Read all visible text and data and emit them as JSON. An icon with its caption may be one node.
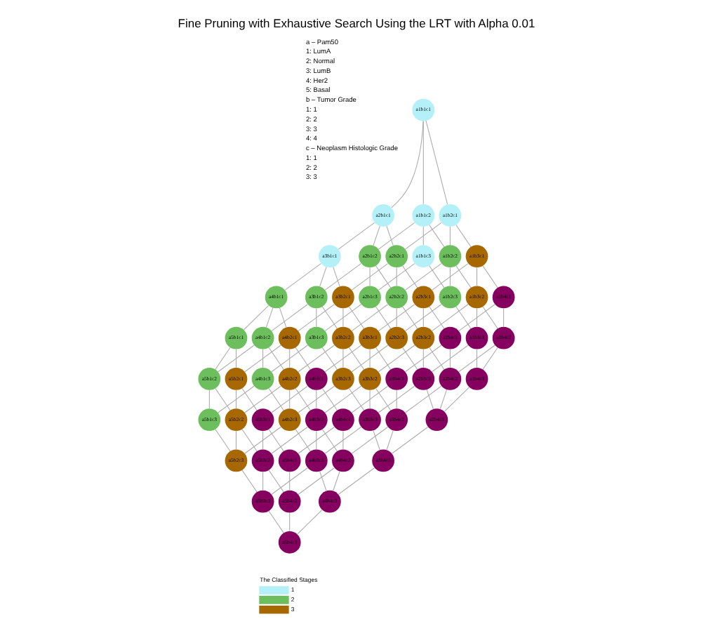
{
  "diagram": {
    "title": "Fine Pruning with Exhaustive Search Using the LRT with Alpha 0.01",
    "nodes": [
      {
        "text": [
          "a1b1c1"
        ]
      },
      {
        "text": [
          "a2b1c1"
        ]
      },
      {
        "text": [
          "a1b2c1"
        ]
      },
      {
        "text": [
          "a1b1c2"
        ]
      },
      {
        "text": [
          "a3b1c1"
        ]
      },
      {
        "text": [
          "a2b2c1"
        ]
      },
      {
        "text": [
          "a2b1c2"
        ]
      },
      {
        "text": [
          "a1b3c1"
        ]
      },
      {
        "text": [
          "a1b2c2"
        ]
      },
      {
        "text": [
          "a1b1c3"
        ]
      },
      {
        "text": [
          "a4b1c1"
        ]
      },
      {
        "text": [
          "a3b2c1"
        ]
      },
      {
        "text": [
          "a3b1c2"
        ]
      },
      {
        "text": [
          "a2b3c1"
        ]
      },
      {
        "text": [
          "a2b2c2"
        ]
      },
      {
        "text": [
          "a2b1c3"
        ]
      },
      {
        "text": [
          "a1b4c1"
        ]
      },
      {
        "text": [
          "a1b3c2"
        ]
      },
      {
        "text": [
          "a1b2c3"
        ]
      },
      {
        "text": [
          "a5b1c1"
        ]
      },
      {
        "text": [
          "a4b2c1"
        ]
      },
      {
        "text": [
          "a4b1c2"
        ]
      },
      {
        "text": [
          "a3b3c1"
        ]
      },
      {
        "text": [
          "a3b2c2"
        ]
      },
      {
        "text": [
          "a3b1c3"
        ]
      },
      {
        "text": [
          "a2b4c1"
        ]
      },
      {
        "text": [
          "a2b3c2"
        ]
      },
      {
        "text": [
          "a2b2c3"
        ]
      },
      {
        "text": [
          "a1b4c2"
        ]
      },
      {
        "text": [
          "a1b3c3"
        ]
      },
      {
        "text": [
          "a5b2c1"
        ]
      },
      {
        "text": [
          "a5b1c2"
        ]
      },
      {
        "text": [
          "a4b3c1"
        ]
      },
      {
        "text": [
          "a4b2c2"
        ]
      },
      {
        "text": [
          "a4b1c3"
        ]
      },
      {
        "text": [
          "a3b4c1"
        ]
      },
      {
        "text": [
          "a3b3c2"
        ]
      },
      {
        "text": [
          "a3b2c3"
        ]
      },
      {
        "text": [
          "a2b4c2"
        ]
      },
      {
        "text": [
          "a2b3c3"
        ]
      },
      {
        "text": [
          "a1b4c3"
        ]
      },
      {
        "text": [
          "a5b3c1"
        ]
      },
      {
        "text": [
          "a5b2c2"
        ]
      },
      {
        "text": [
          "a5b1c3"
        ]
      },
      {
        "text": [
          "a4b4c1"
        ]
      },
      {
        "text": [
          "a4b3c2"
        ]
      },
      {
        "text": [
          "a4b2c3"
        ]
      },
      {
        "text": [
          "a3b4c2"
        ]
      },
      {
        "text": [
          "a3b3c3"
        ]
      },
      {
        "text": [
          "a2b4c3"
        ]
      },
      {
        "text": [
          "a5b4c1"
        ]
      },
      {
        "text": [
          "a5b3c2"
        ]
      },
      {
        "text": [
          "a5b2c3"
        ]
      },
      {
        "text": [
          "a4b4c2"
        ]
      },
      {
        "text": [
          "a4b3c3"
        ]
      },
      {
        "text": [
          "a3b4c3"
        ]
      },
      {
        "text": [
          "a5b4c2"
        ]
      },
      {
        "text": [
          "a5b3c3"
        ]
      },
      {
        "text": [
          "a4b4c3"
        ]
      },
      {
        "text": [
          "a5b4c3"
        ]
      }
    ],
    "edges": [
      {
        "from": 0,
        "to": 1,
        "arrow": "none"
      },
      {
        "from": 0,
        "to": 2,
        "arrow": "none"
      },
      {
        "from": 0,
        "to": 3,
        "arrow": "none"
      },
      {
        "from": 1,
        "to": 4,
        "arrow": "none"
      },
      {
        "from": 1,
        "to": 5,
        "arrow": "none"
      },
      {
        "from": 1,
        "to": 6,
        "arrow": "none"
      },
      {
        "from": 2,
        "to": 5,
        "arrow": "none"
      },
      {
        "from": 2,
        "to": 7,
        "arrow": "none"
      },
      {
        "from": 2,
        "to": 8,
        "arrow": "none"
      },
      {
        "from": 3,
        "to": 6,
        "arrow": "none"
      },
      {
        "from": 3,
        "to": 8,
        "arrow": "none"
      },
      {
        "from": 3,
        "to": 9,
        "arrow": "none"
      },
      {
        "from": 4,
        "to": 10,
        "arrow": "none"
      },
      {
        "from": 4,
        "to": 11,
        "arrow": "none"
      },
      {
        "from": 4,
        "to": 12,
        "arrow": "none"
      },
      {
        "from": 5,
        "to": 11,
        "arrow": "none"
      },
      {
        "from": 5,
        "to": 13,
        "arrow": "none"
      },
      {
        "from": 5,
        "to": 14,
        "arrow": "none"
      },
      {
        "from": 6,
        "to": 12,
        "arrow": "none"
      },
      {
        "from": 6,
        "to": 14,
        "arrow": "none"
      },
      {
        "from": 6,
        "to": 15,
        "arrow": "none"
      },
      {
        "from": 7,
        "to": 13,
        "arrow": "none"
      },
      {
        "from": 7,
        "to": 16,
        "arrow": "none"
      },
      {
        "from": 7,
        "to": 17,
        "arrow": "none"
      },
      {
        "from": 8,
        "to": 14,
        "arrow": "none"
      },
      {
        "from": 8,
        "to": 17,
        "arrow": "none"
      },
      {
        "from": 8,
        "to": 18,
        "arrow": "none"
      },
      {
        "from": 9,
        "to": 15,
        "arrow": "none"
      },
      {
        "from": 9,
        "to": 18,
        "arrow": "none"
      },
      {
        "from": 10,
        "to": 19,
        "arrow": "none"
      },
      {
        "from": 10,
        "to": 20,
        "arrow": "none"
      },
      {
        "from": 10,
        "to": 21,
        "arrow": "none"
      },
      {
        "from": 11,
        "to": 20,
        "arrow": "none"
      },
      {
        "from": 11,
        "to": 22,
        "arrow": "none"
      },
      {
        "from": 11,
        "to": 23,
        "arrow": "none"
      },
      {
        "from": 12,
        "to": 21,
        "arrow": "none"
      },
      {
        "from": 12,
        "to": 23,
        "arrow": "none"
      },
      {
        "from": 12,
        "to": 24,
        "arrow": "none"
      },
      {
        "from": 13,
        "to": 22,
        "arrow": "none"
      },
      {
        "from": 13,
        "to": 25,
        "arrow": "none"
      },
      {
        "from": 13,
        "to": 26,
        "arrow": "none"
      },
      {
        "from": 14,
        "to": 23,
        "arrow": "none"
      },
      {
        "from": 14,
        "to": 26,
        "arrow": "none"
      },
      {
        "from": 14,
        "to": 27,
        "arrow": "none"
      },
      {
        "from": 15,
        "to": 24,
        "arrow": "none"
      },
      {
        "from": 15,
        "to": 27,
        "arrow": "none"
      },
      {
        "from": 16,
        "to": 25,
        "arrow": "none"
      },
      {
        "from": 16,
        "to": 28,
        "arrow": "none"
      },
      {
        "from": 17,
        "to": 26,
        "arrow": "none"
      },
      {
        "from": 17,
        "to": 28,
        "arrow": "none"
      },
      {
        "from": 17,
        "to": 29,
        "arrow": "none"
      },
      {
        "from": 18,
        "to": 27,
        "arrow": "none"
      },
      {
        "from": 18,
        "to": 29,
        "arrow": "none"
      },
      {
        "from": 19,
        "to": 30,
        "arrow": "none"
      },
      {
        "from": 19,
        "to": 31,
        "arrow": "none"
      },
      {
        "from": 20,
        "to": 30,
        "arrow": "none"
      },
      {
        "from": 20,
        "to": 32,
        "arrow": "none"
      },
      {
        "from": 20,
        "to": 33,
        "arrow": "none"
      },
      {
        "from": 21,
        "to": 31,
        "arrow": "none"
      },
      {
        "from": 21,
        "to": 33,
        "arrow": "none"
      },
      {
        "from": 21,
        "to": 34,
        "arrow": "none"
      },
      {
        "from": 22,
        "to": 32,
        "arrow": "none"
      },
      {
        "from": 22,
        "to": 35,
        "arrow": "none"
      },
      {
        "from": 22,
        "to": 36,
        "arrow": "none"
      },
      {
        "from": 23,
        "to": 33,
        "arrow": "none"
      },
      {
        "from": 23,
        "to": 36,
        "arrow": "none"
      },
      {
        "from": 23,
        "to": 37,
        "arrow": "none"
      },
      {
        "from": 24,
        "to": 34,
        "arrow": "none"
      },
      {
        "from": 24,
        "to": 37,
        "arrow": "none"
      },
      {
        "from": 25,
        "to": 35,
        "arrow": "none"
      },
      {
        "from": 25,
        "to": 38,
        "arrow": "none"
      },
      {
        "from": 26,
        "to": 36,
        "arrow": "none"
      },
      {
        "from": 26,
        "to": 38,
        "arrow": "none"
      },
      {
        "from": 26,
        "to": 39,
        "arrow": "none"
      },
      {
        "from": 27,
        "to": 37,
        "arrow": "none"
      },
      {
        "from": 27,
        "to": 39,
        "arrow": "none"
      },
      {
        "from": 28,
        "to": 38,
        "arrow": "none"
      },
      {
        "from": 28,
        "to": 40,
        "arrow": "none"
      },
      {
        "from": 29,
        "to": 39,
        "arrow": "none"
      },
      {
        "from": 29,
        "to": 40,
        "arrow": "none"
      },
      {
        "from": 30,
        "to": 41,
        "arrow": "none"
      },
      {
        "from": 30,
        "to": 42,
        "arrow": "none"
      },
      {
        "from": 31,
        "to": 42,
        "arrow": "none"
      },
      {
        "from": 31,
        "to": 43,
        "arrow": "none"
      },
      {
        "from": 32,
        "to": 41,
        "arrow": "none"
      },
      {
        "from": 32,
        "to": 44,
        "arrow": "none"
      },
      {
        "from": 32,
        "to": 45,
        "arrow": "none"
      },
      {
        "from": 33,
        "to": 42,
        "arrow": "none"
      },
      {
        "from": 33,
        "to": 45,
        "arrow": "none"
      },
      {
        "from": 33,
        "to": 46,
        "arrow": "none"
      },
      {
        "from": 34,
        "to": 43,
        "arrow": "none"
      },
      {
        "from": 34,
        "to": 46,
        "arrow": "none"
      },
      {
        "from": 35,
        "to": 44,
        "arrow": "none"
      },
      {
        "from": 35,
        "to": 47,
        "arrow": "none"
      },
      {
        "from": 36,
        "to": 45,
        "arrow": "none"
      },
      {
        "from": 36,
        "to": 47,
        "arrow": "none"
      },
      {
        "from": 36,
        "to": 48,
        "arrow": "none"
      },
      {
        "from": 37,
        "to": 46,
        "arrow": "none"
      },
      {
        "from": 37,
        "to": 48,
        "arrow": "none"
      },
      {
        "from": 38,
        "to": 47,
        "arrow": "none"
      },
      {
        "from": 38,
        "to": 49,
        "arrow": "none"
      },
      {
        "from": 39,
        "to": 48,
        "arrow": "none"
      },
      {
        "from": 39,
        "to": 49,
        "arrow": "none"
      },
      {
        "from": 40,
        "to": 49,
        "arrow": "none"
      },
      {
        "from": 41,
        "to": 50,
        "arrow": "none"
      },
      {
        "from": 41,
        "to": 51,
        "arrow": "none"
      },
      {
        "from": 42,
        "to": 51,
        "arrow": "none"
      },
      {
        "from": 42,
        "to": 52,
        "arrow": "none"
      },
      {
        "from": 43,
        "to": 52,
        "arrow": "none"
      },
      {
        "from": 44,
        "to": 50,
        "arrow": "none"
      },
      {
        "from": 44,
        "to": 53,
        "arrow": "none"
      },
      {
        "from": 45,
        "to": 51,
        "arrow": "none"
      },
      {
        "from": 45,
        "to": 53,
        "arrow": "none"
      },
      {
        "from": 45,
        "to": 54,
        "arrow": "none"
      },
      {
        "from": 46,
        "to": 52,
        "arrow": "none"
      },
      {
        "from": 46,
        "to": 54,
        "arrow": "none"
      },
      {
        "from": 47,
        "to": 53,
        "arrow": "none"
      },
      {
        "from": 47,
        "to": 55,
        "arrow": "none"
      },
      {
        "from": 48,
        "to": 54,
        "arrow": "none"
      },
      {
        "from": 48,
        "to": 55,
        "arrow": "none"
      },
      {
        "from": 49,
        "to": 55,
        "arrow": "none"
      },
      {
        "from": 50,
        "to": 56,
        "arrow": "none"
      },
      {
        "from": 51,
        "to": 56,
        "arrow": "none"
      },
      {
        "from": 51,
        "to": 57,
        "arrow": "none"
      },
      {
        "from": 52,
        "to": 57,
        "arrow": "none"
      },
      {
        "from": 53,
        "to": 56,
        "arrow": "none"
      },
      {
        "from": 53,
        "to": 58,
        "arrow": "none"
      },
      {
        "from": 54,
        "to": 57,
        "arrow": "none"
      },
      {
        "from": 54,
        "to": 58,
        "arrow": "none"
      },
      {
        "from": 55,
        "to": 58,
        "arrow": "none"
      },
      {
        "from": 56,
        "to": 59,
        "arrow": "none"
      },
      {
        "from": 57,
        "to": 59,
        "arrow": "none"
      },
      {
        "from": 58,
        "to": 59,
        "arrow": "none"
      }
    ],
    "labels": [
      "a – Pam50",
      "1: LumA",
      "2: Normal",
      "3: LumB",
      "4: Her2",
      "5: Basal",
      "b – Tumor Grade",
      "1: 1",
      "2: 2",
      "3: 3",
      "4: 4",
      "c – Neoplasm Histologic Grade",
      "1: 1",
      "2: 2",
      "3: 3",
      "The Classified Stages"
    ],
    "legend": [
      {
        "text": "1",
        "color": "#b3f0f7"
      },
      {
        "text": "2",
        "color": "#6cbf5c"
      },
      {
        "text": "3",
        "color": "#a86800"
      }
    ]
  }
}
